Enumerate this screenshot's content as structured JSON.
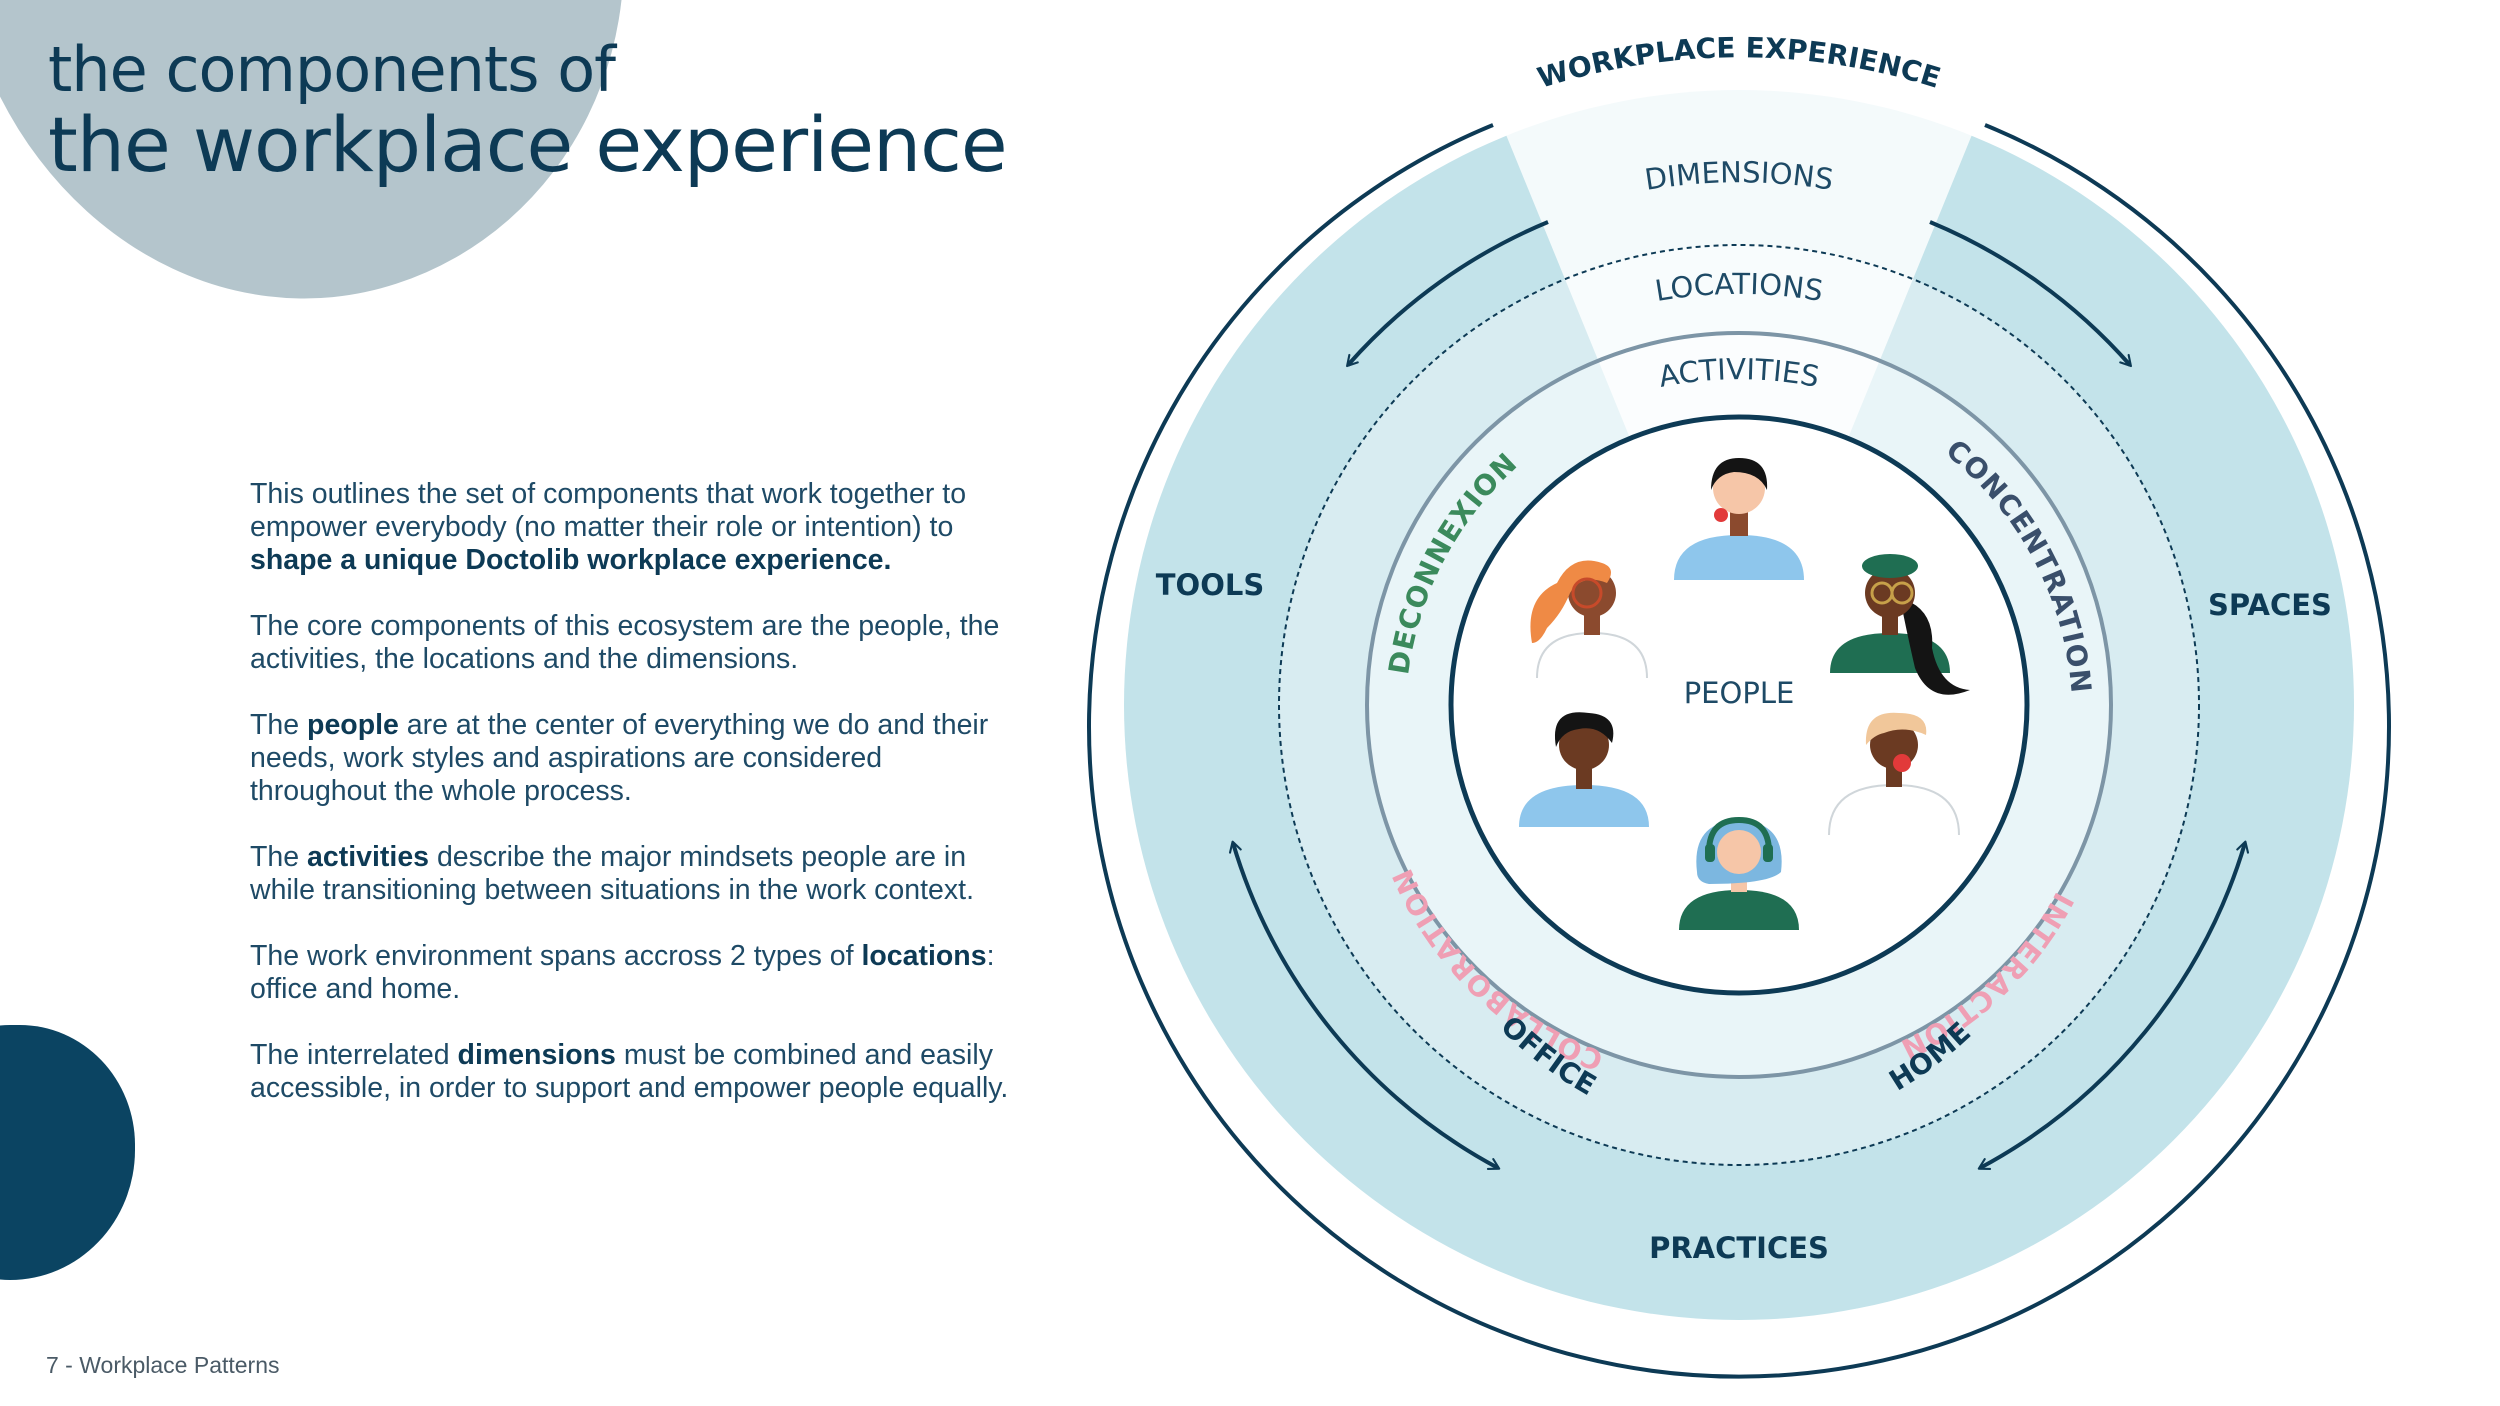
{
  "header": {
    "title_line1": "the components of",
    "title_line2": "the workplace experience"
  },
  "body": {
    "p1_a": "This outlines the set of components that work together to empower everybody (no matter their role or intention) to ",
    "p1_bold": "shape a unique Doctolib workplace experience.",
    "p2": "The core components of this ecosystem are the people, the activities, the locations and the dimensions.",
    "p3_a": "The ",
    "p3_bold": "people",
    "p3_b": " are at the center of everything we do and their needs, work styles and aspirations are considered throughout the whole process.",
    "p4_a": "The ",
    "p4_bold": "activities",
    "p4_b": " describe the major mindsets people are in while transitioning between situations in the work context.",
    "p5_a": "The work environment spans accross 2 types of ",
    "p5_bold": "locations",
    "p5_b": ": office and home.",
    "p6_a": "The interrelated ",
    "p6_bold": "dimensions",
    "p6_b": " must be combined and easily accessible, in order to support and empower people equally."
  },
  "footer": {
    "page_label": "7 - Workplace Patterns"
  },
  "diagram": {
    "outer_title": "WORKPLACE EXPERIENCE",
    "ring_labels": {
      "dimensions": "DIMENSIONS",
      "locations": "LOCATIONS",
      "activities": "ACTIVITIES"
    },
    "center_label": "PEOPLE",
    "dimensions": {
      "tools": "TOOLS",
      "spaces": "SPACES",
      "practices": "PRACTICES"
    },
    "locations": {
      "office": "OFFICE",
      "home": "HOME"
    },
    "activities": {
      "deconnexion": "DECONNEXION",
      "concentration": "CONCENTRATION",
      "interaction": "INTERACTION",
      "collaboration": "COLLABORATION"
    },
    "colors": {
      "navy": "#0d3a55",
      "ring_outer": "#c3e3ea",
      "ring_mid": "#d8ecf1",
      "ring_inner": "#e9f5f8",
      "deconnexion": "#3b8a5c",
      "concentration": "#3a4f6b",
      "interaction": "#ef9fb4",
      "collaboration": "#ef9fb4"
    }
  }
}
